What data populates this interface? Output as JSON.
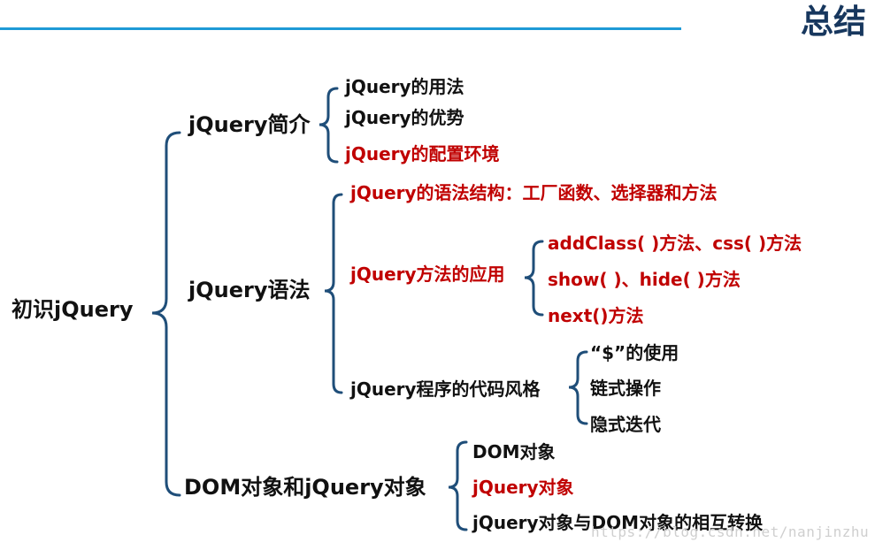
{
  "header": {
    "title": "总结"
  },
  "mindmap": {
    "root": "初识jQuery",
    "branches": [
      {
        "label": "jQuery简介",
        "children": [
          {
            "label": "jQuery的用法"
          },
          {
            "label": "jQuery的优势"
          },
          {
            "label": "jQuery的配置环境"
          }
        ]
      },
      {
        "label": "jQuery语法",
        "children": [
          {
            "label": "jQuery的语法结构：工厂函数、选择器和方法"
          },
          {
            "label": "jQuery方法的应用",
            "children": [
              {
                "label": "addClass( )方法、css( )方法"
              },
              {
                "label": "show( )、hide( )方法"
              },
              {
                "label": "next()方法"
              }
            ]
          },
          {
            "label": "jQuery程序的代码风格",
            "children": [
              {
                "label": "“$”的使用"
              },
              {
                "label": "链式操作"
              },
              {
                "label": "隐式迭代"
              }
            ]
          }
        ]
      },
      {
        "label": "DOM对象和jQuery对象",
        "children": [
          {
            "label": "DOM对象"
          },
          {
            "label": "jQuery对象"
          },
          {
            "label": "jQuery对象与DOM对象的相互转换"
          }
        ]
      }
    ]
  },
  "colors": {
    "accent_line": "#1f9ad6",
    "title": "#17375e",
    "brace": "#1f4e79",
    "highlight": "#c00000",
    "text": "#111111"
  },
  "watermark": "https://blog.csdn.net/nanjinzhu"
}
